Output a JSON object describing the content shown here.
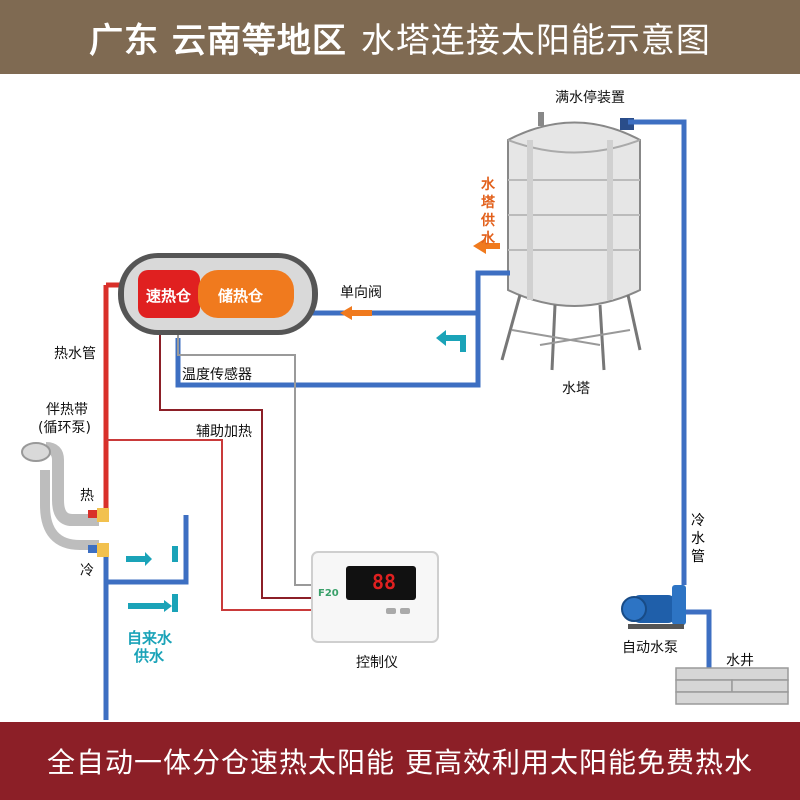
{
  "header": {
    "title_bold": "广东 云南等地区",
    "title_rest": "水塔连接太阳能示意图"
  },
  "tank": {
    "fast_compartment": "速热仓",
    "storage_compartment": "储热仓"
  },
  "labels": {
    "full_water_stop": "满水停装置",
    "tower_supply": "水塔供水",
    "check_valve": "单向阀",
    "water_tower": "水塔",
    "hot_water_pipe": "热水管",
    "heat_band": "伴热带",
    "circulation_pump": "(循环泵)",
    "temp_sensor": "温度传感器",
    "aux_heating": "辅助加热",
    "hot": "热",
    "cold": "冷",
    "tap_water_supply_1": "自来水",
    "tap_water_supply_2": "供水",
    "cold_water_pipe": "冷水管",
    "auto_pump": "自动水泵",
    "well": "水井",
    "controller": "控制仪"
  },
  "controller_panel": {
    "display": "88",
    "model": "F20"
  },
  "footer": {
    "slogan": "全自动一体分仓速热太阳能 更高效利用太阳能免费热水"
  },
  "colors": {
    "top_banner": "#7f6a52",
    "bottom_banner": "#8c1f27",
    "cold_pipe": "#3d6fc2",
    "hot_pipe": "#d9302a",
    "arrow_orange": "#f07a1e",
    "arrow_teal": "#1aa3b8"
  }
}
